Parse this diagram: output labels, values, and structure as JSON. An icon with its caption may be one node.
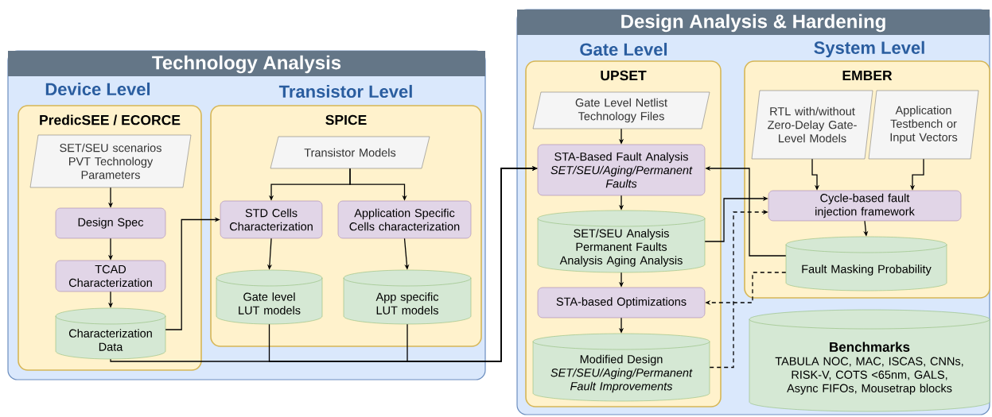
{
  "diagram": {
    "nodes": [
      {
        "text": [
          "Technology Analysis"
        ]
      },
      {
        "text": [
          "PredicSEE / ECORCE"
        ],
        "in": 0
      },
      {
        "text": [
          "SET/SEU scenarios PVT Technology Parameters"
        ],
        "in": 1
      },
      {
        "text": [
          "Design Spec"
        ],
        "in": 1
      },
      {
        "text": [
          "TCAD Characterization"
        ],
        "in": 1
      },
      {
        "text": [
          "Characterization Data"
        ],
        "in": 1
      },
      {
        "text": [
          "SPICE"
        ],
        "in": 0
      },
      {
        "text": [
          "Transistor Models"
        ],
        "in": 6
      },
      {
        "text": [
          "STD Cells Characterization"
        ],
        "in": 6
      },
      {
        "text": [
          "Application Specific Cells characterization"
        ],
        "in": 6
      },
      {
        "text": [
          "Gate level LUT models"
        ],
        "in": 6
      },
      {
        "text": [
          "App specific LUT models"
        ],
        "in": 6
      },
      {
        "text": [
          "Design Analysis & Hardening"
        ]
      },
      {
        "text": [
          "UPSET"
        ],
        "in": 12
      },
      {
        "text": [
          "Gate Level Netlist Technology Files"
        ],
        "in": 13
      },
      {
        "text": [
          "STA-Based Fault Analysis",
          "SET/SEU/Aging/Permanent Faults"
        ],
        "in": 13
      },
      {
        "text": [
          "SET/SEU Analysis Permanent Faults Analysis Aging Analysis"
        ],
        "in": 13
      },
      {
        "text": [
          "STA-based Optimizations"
        ],
        "in": 13
      },
      {
        "text": [
          "Modified Design",
          "SET/SEU/Aging/Permanent Fault Improvements"
        ],
        "in": 13
      },
      {
        "text": [
          "EMBER"
        ],
        "in": 12
      },
      {
        "text": [
          "RTL with/without Zero-Delay Gate-Level Models"
        ],
        "in": 19
      },
      {
        "text": [
          "Application Testbench or Input Vectors"
        ],
        "in": 19
      },
      {
        "text": [
          "Cycle-based fault injection framework"
        ],
        "in": 19
      },
      {
        "text": [
          "Fault Masking Probability"
        ],
        "in": 19
      },
      {
        "text": [
          "Benchmarks",
          "TABULA NOC, MAC, ISCAS, CNNs, RISK-V, COTS <65nm, GALS, Async FIFOs, Mousetrap blocks"
        ],
        "in": 12
      }
    ],
    "edges": [
      {
        "from": 2,
        "to": 3,
        "arrow": "to"
      },
      {
        "from": 3,
        "to": 4,
        "arrow": "to"
      },
      {
        "from": 4,
        "to": 5,
        "arrow": "to"
      },
      {
        "from": 5,
        "to": 8,
        "arrow": "to"
      },
      {
        "from": 7,
        "to": 8,
        "arrow": "to"
      },
      {
        "from": 7,
        "to": 9,
        "arrow": "to"
      },
      {
        "from": 8,
        "to": 10,
        "arrow": "to"
      },
      {
        "from": 9,
        "to": 11,
        "arrow": "to"
      },
      {
        "from": 5,
        "to": 15,
        "arrow": "to"
      },
      {
        "from": 10,
        "to": 15,
        "arrow": "to"
      },
      {
        "from": 11,
        "to": 15,
        "arrow": "to"
      },
      {
        "from": 14,
        "to": 15,
        "arrow": "to"
      },
      {
        "from": 15,
        "to": 16,
        "arrow": "to"
      },
      {
        "from": 16,
        "to": 17,
        "arrow": "to"
      },
      {
        "from": 17,
        "to": 18,
        "arrow": "to"
      },
      {
        "from": 16,
        "to": 22,
        "arrow": "to"
      },
      {
        "from": 20,
        "to": 22,
        "arrow": "to"
      },
      {
        "from": 21,
        "to": 22,
        "arrow": "to"
      },
      {
        "from": 22,
        "to": 23,
        "arrow": "to"
      },
      {
        "from": 23,
        "to": 15,
        "arrow": "to"
      },
      {
        "from": 23,
        "to": 17,
        "arrow": "to",
        "style": "dashed"
      },
      {
        "from": 18,
        "to": 22,
        "arrow": "to",
        "style": "dashed"
      }
    ],
    "labels": [
      "Device Level",
      "Transistor Level",
      "Gate Level",
      "System Level"
    ]
  }
}
